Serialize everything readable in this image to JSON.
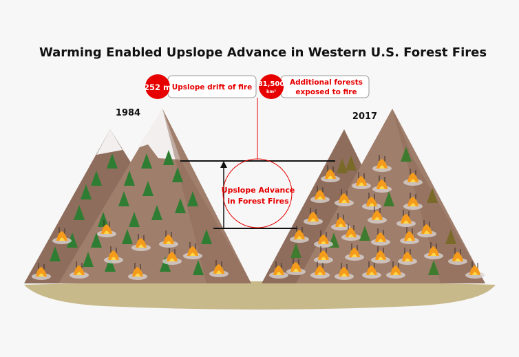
{
  "title": "Warming Enabled Upslope Advance in Western U.S. Forest Fires",
  "badges": [
    {
      "value": "252 m",
      "unit": "",
      "label_lines": [
        "Upslope drift of fire"
      ]
    },
    {
      "value": "81,500",
      "unit": "km²",
      "label_lines": [
        "Additional forests",
        "exposed to fire"
      ]
    }
  ],
  "years": {
    "left": "1984",
    "right": "2017"
  },
  "callout": {
    "lines": [
      "Upslope Advance",
      "in Forest Fires"
    ]
  },
  "colors": {
    "red": "#e60000",
    "mountain": "#a07e6c",
    "tree": "#2e7d32",
    "ground": "#c8b98a"
  }
}
